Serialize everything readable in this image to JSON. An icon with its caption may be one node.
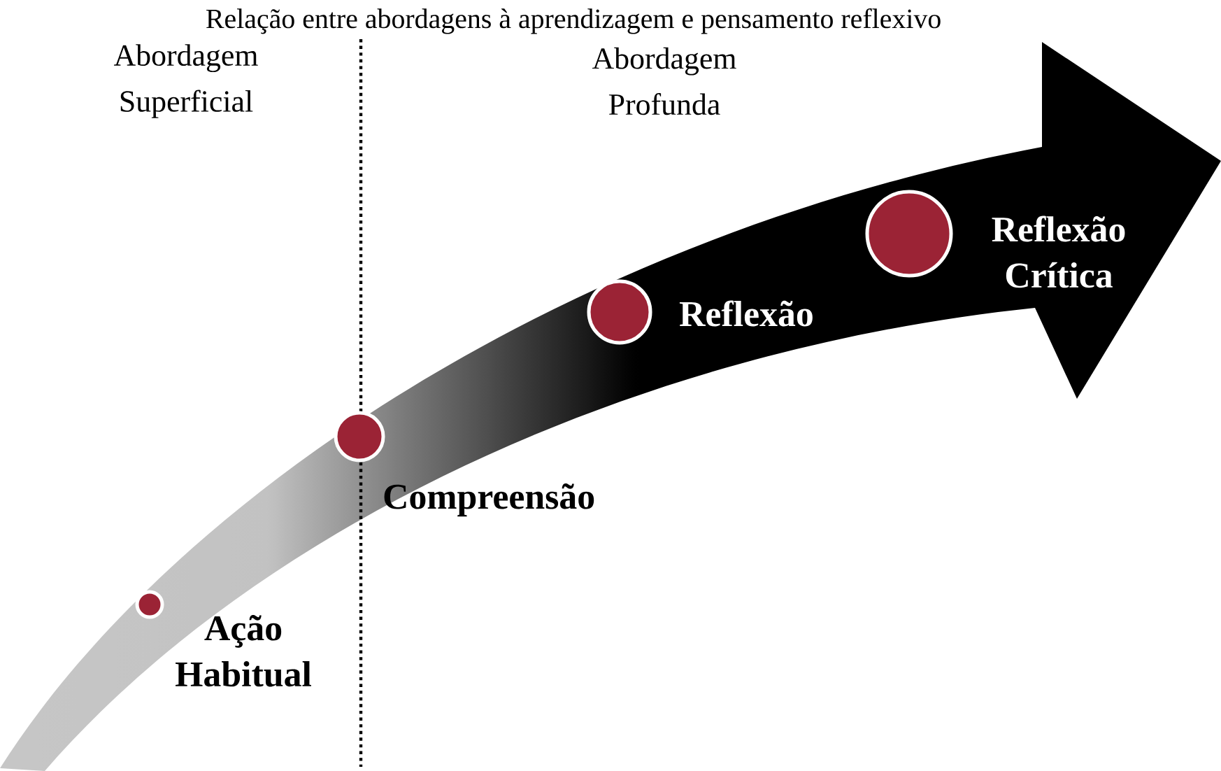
{
  "diagram": {
    "title": "Relação entre abordagens à aprendizagem e pensamento reflexivo",
    "nodes": [
      {
        "text": [],
        "shape": "circle",
        "beside": [
          "Ação Habitual"
        ]
      },
      {
        "text": [],
        "shape": "circle",
        "beside": [
          "Compreensão"
        ]
      },
      {
        "text": [],
        "shape": "circle",
        "beside": [
          "Reflexão"
        ]
      },
      {
        "text": [],
        "shape": "circle",
        "beside": [
          "Reflexão Crítica"
        ]
      }
    ],
    "labels": [
      "Abordagem Superficial",
      "Abordagem Profunda"
    ]
  }
}
